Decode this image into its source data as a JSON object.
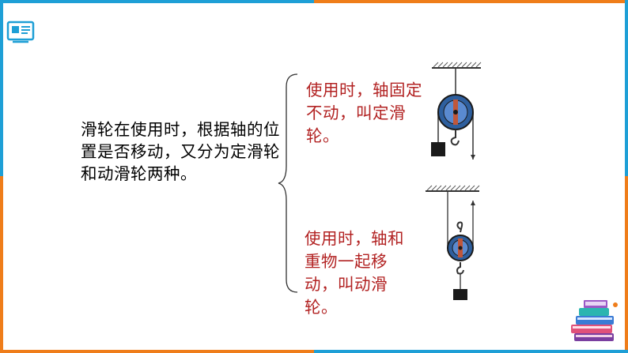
{
  "slide": {
    "main_text": "滑轮在使用时，根据轴的位置是否移动，又分为定滑轮和动滑轮两种。",
    "fixed_pulley_description": "使用时，轴固定不动，叫定滑轮。",
    "movable_pulley_description": "使用时，轴和重物一起移动，叫动滑轮。"
  },
  "colors": {
    "accent_blue": "#1e9fd6",
    "accent_orange": "#ef7d1a",
    "definition_text": "#b22222"
  },
  "icons": {
    "logo": "computer-screen-icon",
    "decoration": "stack-of-books-icon"
  }
}
